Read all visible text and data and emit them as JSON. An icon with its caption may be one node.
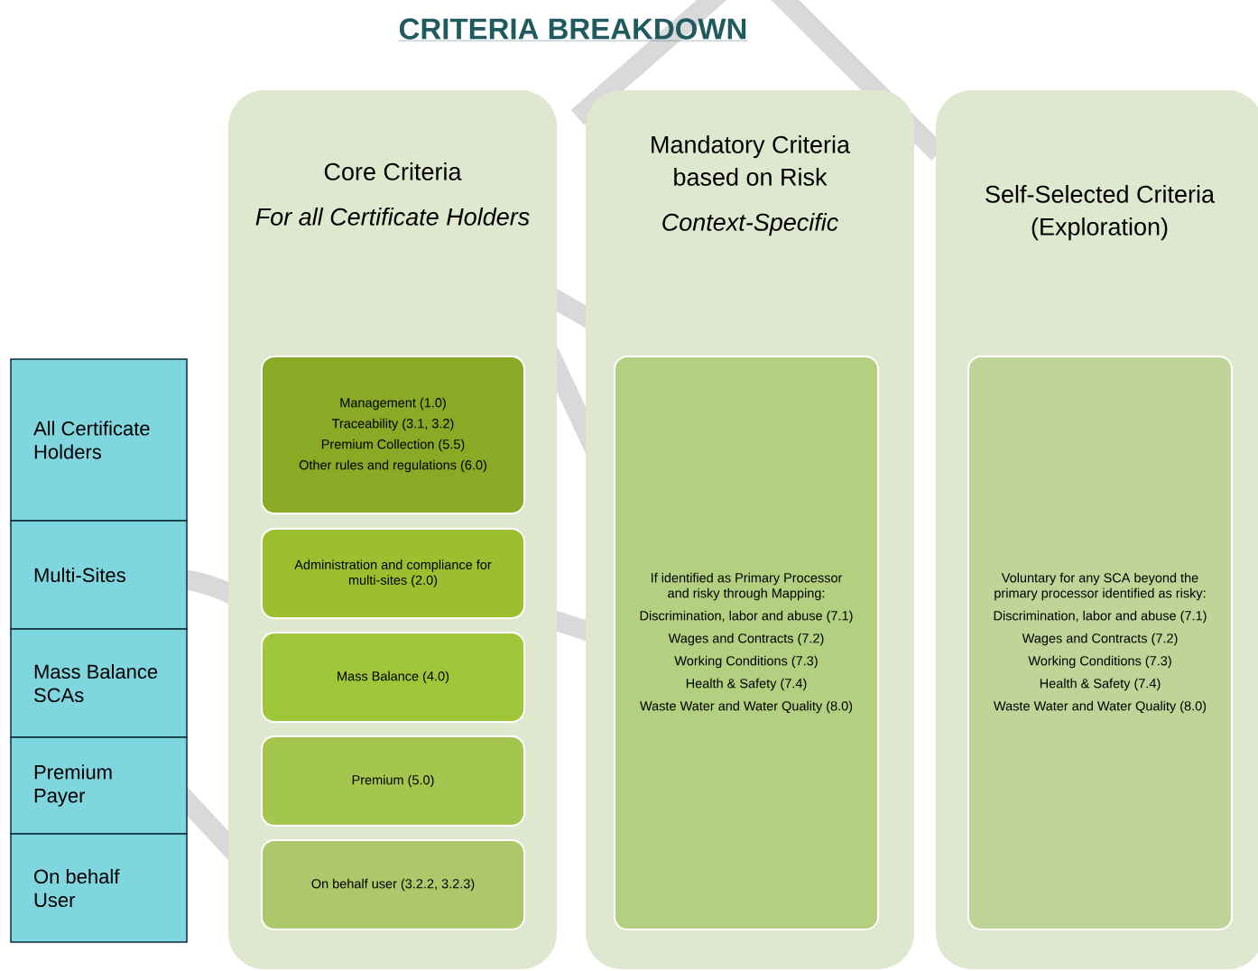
{
  "diagram": {
    "title": "CRITERIA BREAKDOWN",
    "nodes": [
      {
        "text": [
          "Core Criteria",
          "For all Certificate Holders"
        ]
      },
      {
        "text": [
          "Management  (1.0)",
          "Traceability (3.1, 3.2)",
          "Premium Collection (5.5)",
          "Other rules and regulations (6.0)"
        ],
        "in": 0
      },
      {
        "text": [
          "Administration and compliance for multi-sites (2.0)"
        ],
        "in": 0
      },
      {
        "text": [
          "Mass Balance (4.0)"
        ],
        "in": 0
      },
      {
        "text": [
          "Premium (5.0)"
        ],
        "in": 0
      },
      {
        "text": [
          "On behalf user (3.2.2, 3.2.3)"
        ],
        "in": 0
      },
      {
        "text": [
          "Mandatory Criteria based on Risk",
          "Context-Specific"
        ]
      },
      {
        "text": [
          "If identified as Primary Processor and risky through Mapping:",
          "Discrimination, labor and abuse (7.1)",
          "Wages and Contracts (7.2)",
          "Working Conditions (7.3)",
          "Health & Safety (7.4)",
          "Waste Water and Water Quality (8.0)"
        ],
        "in": 6
      },
      {
        "text": [
          "Self-Selected Criteria (Exploration)"
        ]
      },
      {
        "text": [
          "Voluntary for any SCA beyond the primary processor identified as risky:",
          "Discrimination, labor and abuse (7.1)",
          "Wages and Contracts (7.2)",
          "Working Conditions (7.3)",
          "Health & Safety (7.4)",
          "Waste Water and Water Quality (8.0)"
        ],
        "in": 8
      },
      {
        "text": [
          "All Certificate Holders"
        ]
      },
      {
        "text": [
          "Multi-Sites"
        ]
      },
      {
        "text": [
          "Mass Balance SCAs"
        ]
      },
      {
        "text": [
          "Premium Payer"
        ]
      },
      {
        "text": [
          "On behalf User"
        ]
      }
    ]
  }
}
